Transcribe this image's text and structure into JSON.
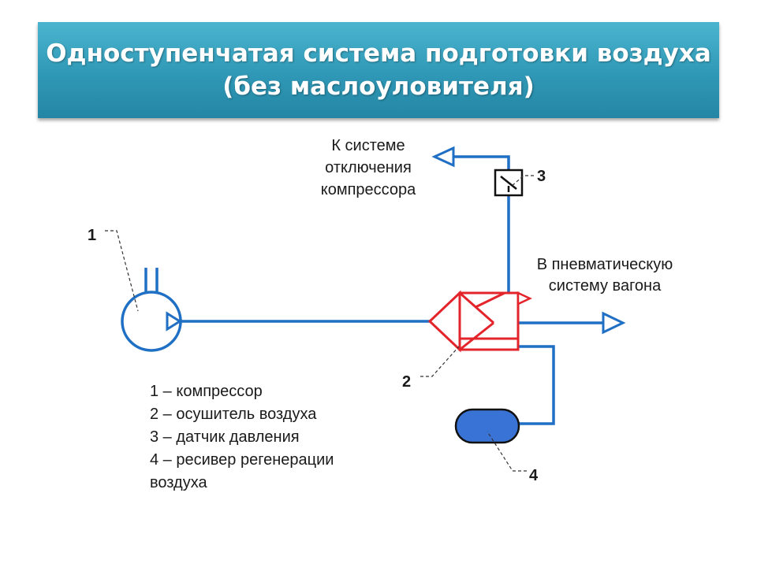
{
  "title": {
    "line1": "Одноступенчатая система подготовки воздуха",
    "line2": "(без маслоуловителя)"
  },
  "labels": {
    "shutdown": [
      "К системе",
      "отключения",
      "компрессора"
    ],
    "pneumatic": [
      "В пневматическую",
      "систему вагона"
    ]
  },
  "numbers": {
    "compressor": "1",
    "dryer": "2",
    "sensor": "3",
    "receiver": "4"
  },
  "legend": [
    "1 – компрессор",
    "2 – осушитель воздуха",
    "3 – датчик давления",
    "4 – ресивер регенерации",
    "воздуха"
  ],
  "colors": {
    "pipe": "#1f6fc4",
    "dryer": "#e3242b",
    "receiver": "#3a73d6",
    "sensor": "#111111"
  },
  "icons": {
    "compressor": "compressor-symbol",
    "dryer": "air-dryer-symbol",
    "sensor": "pressure-sensor-symbol",
    "receiver": "receiver-tank-symbol"
  }
}
